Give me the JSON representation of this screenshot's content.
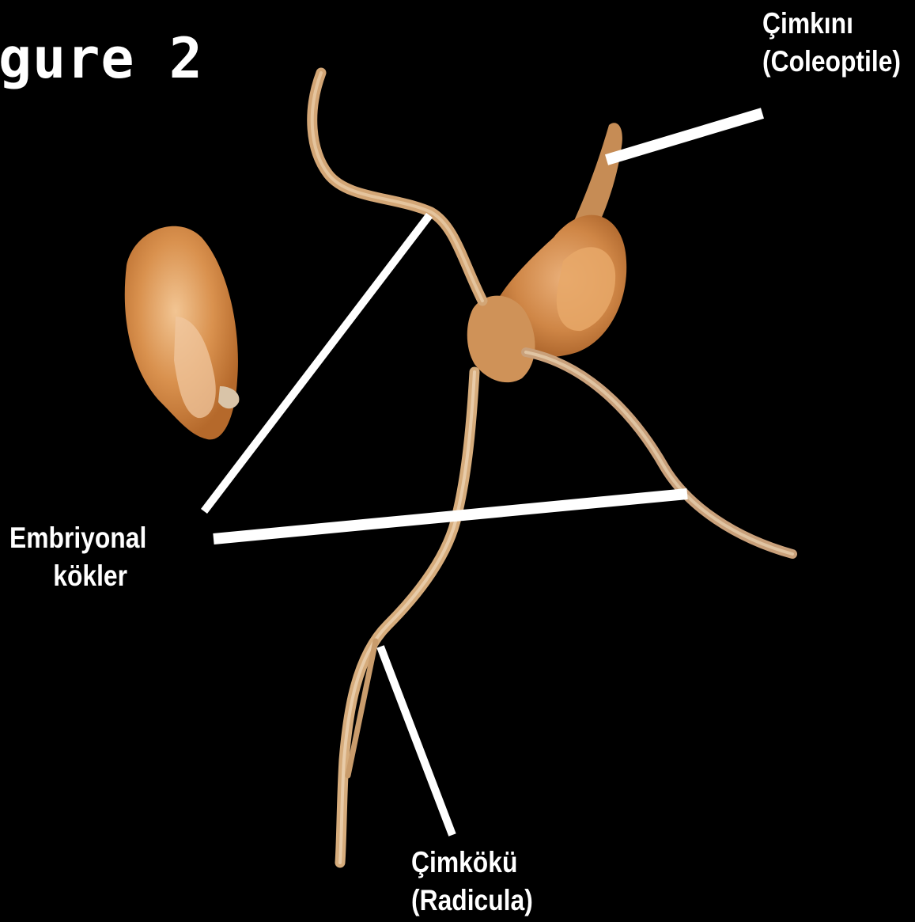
{
  "figure_title": "gure 2",
  "labels": {
    "coleoptile": {
      "line1": "Çimkını",
      "line2": "(Coleoptile)"
    },
    "embryonic_roots": {
      "line1": "Embriyonal",
      "line2": "kökler"
    },
    "radicle": {
      "line1": "Çimkökü",
      "line2": "(Radicula)"
    }
  },
  "colors": {
    "background": "#000000",
    "seed": "#d9914e",
    "root": "#d8b07e",
    "leader_line": "#ffffff",
    "text": "#ffffff"
  }
}
